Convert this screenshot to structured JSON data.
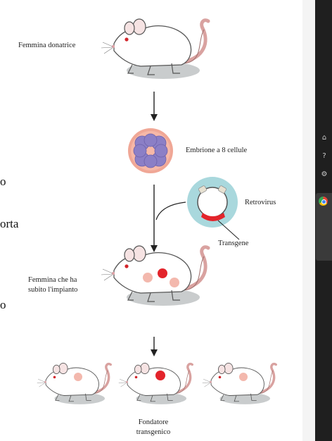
{
  "diagram": {
    "donor_label": "Femmina donatrice",
    "embryo_label": "Embrione a 8 cellule",
    "retrovirus_label": "Retrovirus",
    "transgene_label": "Transgene",
    "implanted_label_line1": "Femmina che ha",
    "implanted_label_line2": "subito l'impianto",
    "founder_label_line1": "Fondatore",
    "founder_label_line2": "transgenico"
  },
  "side_fragments": [
    "o",
    "orta",
    "o"
  ],
  "colors": {
    "mouse_body": "#ffffff",
    "mouse_outline": "#555555",
    "tail": "#d9a2a0",
    "shadow": "#c9cccd",
    "embryo_outer": "#f0a796",
    "embryo_cells": "#8b7fc6",
    "virus_outer": "#a9d8dd",
    "transgene_red": "#e3242b",
    "spot_light": "#f3b8ad",
    "spot_dark": "#e3242b",
    "panel_dark": "#1f1f1f"
  },
  "panel_icons": [
    "pin-icon",
    "help-icon",
    "settings-icon"
  ]
}
